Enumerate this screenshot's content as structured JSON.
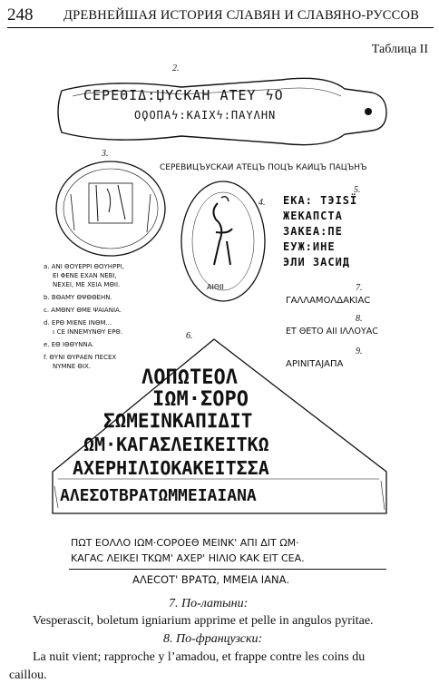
{
  "header": {
    "page_number": "248",
    "running_title": "ДРЕВНЕЙШАЯ ИСТОРИЯ СЛАВЯН И СЛАВЯНО-РУССОВ"
  },
  "plate_title": "Таблица II",
  "figure_numbers": [
    "2.",
    "3.",
    "4.",
    "5.",
    "6.",
    "7.",
    "8.",
    "9."
  ],
  "figure_2": {
    "line1": "ϹΕΡΕΘΙΔ:ЏΥϹΚΑΗ ΑΤΕΥ ϟΟ",
    "line2": "ΟϘΟΠΑϟ:ΚΑΙΧϟ:ΠΑΥΛΗΝ",
    "caption": "СЕРЕВИЦЪУСКАИ АТЕЦЪ ПОЦЪ КАИЦЪ ПАЦЪНЪ"
  },
  "figure_3": {
    "legend": [
      "a. ΑΝΙ ΘΟΥΕΡΡΙ ΘΟΥΗΡΡΙ,",
      "ΕΙ ΦΕΝΕ ΕΧΑΝ ΝΕΒΙ,",
      "ΝΕΧΕΙ, ΜΕ ΧΕΙΑ ΜΘΙΙ.",
      "b. ΒΘΑΜΥ ΘΨΘΘΕΗΝ.",
      "c. ΑΜΘΝΥ ΘΜΕ ΨΑΙΑΝΙΑ.",
      "d. ΕΡΘ ΜΙΕΝΕ ΙΝΘΜ...",
      "ι ϹΕ ΙΝΝΕΜΥΝΘΥ ΕΡΘ.",
      "e. ΕΘ ΙΘΘΥΝΝΑ.",
      "f. ΘΥΝΙ ΘΥΡΑΕΝ ΠΕϹΕΧ",
      "ΝΥΜΝΕ ΘΙΧ."
    ]
  },
  "figure_4": {
    "label": "ΑΙΘΙΙ"
  },
  "figure_5": {
    "lines": [
      "ЕКА: ТЭІЅЇ",
      "ЖЕКАПСТА",
      "ЗАКЕА:ПЕ",
      "ЕУЖ:ИНЕ",
      "ЭЛИ ЗАСИД"
    ]
  },
  "figure_6": {
    "lines": [
      "ΛΟΠΩΤΕΟΛ",
      "ΙΩΜ·ΣΟΡΟ",
      "ΣΩΜΕΙΝΚΑΠΙΔΙΤ",
      "ΩΜ·ΚΑΓΑΣΛΕΙΚΕΙΤΚΩ",
      "ΑΧΕΡΗΙΛΙΟΚΑΚΕΙΤΣΣΑ",
      "ΑΛΕΣΟΤΒΡΑΤΩΜΜΕΙΑΙΑΝΑ"
    ],
    "transcription": [
      "ΠΩΤ ΕΟΛΛΟ ΙΩΜ·ϹΟΡΟΕΘ ΜΕΙΝΚ' ΑΠΙ ΔΙΤ ΩΜ·",
      "ΚΑΓΑϹ ΛΕΙΚΕΙ ΤΚΩΜ' ΑΧΕΡ' ΗΙΛΙΟ ΚΑΚ ΕΙΤ ϹΕΑ.",
      "ΑΛΕϹΟΤ' ΒΡΑΤΩ, ΜΜΕΙΑ ΙΑΝΑ."
    ]
  },
  "figure_7": {
    "text": "ΓΑΛΛΑΜΟΛΔΑΚΙΑϹ"
  },
  "figure_8": {
    "text": "ΕΤ ΘΕΤΟ ΑΙΙ ΙΛΛΟΥΑϹ"
  },
  "figure_9": {
    "text": "ΑΡΙΝΙΤΑJΑΠΑ"
  },
  "bottom": {
    "latin_heading": "7. По-латыни:",
    "latin_text": "Vesperascit, boletum igniarium apprime et pelle in angulos pyritae.",
    "french_heading": "8. По-французски:",
    "french_text_1": "La nuit vient; rapproche y l’amadou, et frappe contre les coins du",
    "french_text_2": "caillou."
  }
}
